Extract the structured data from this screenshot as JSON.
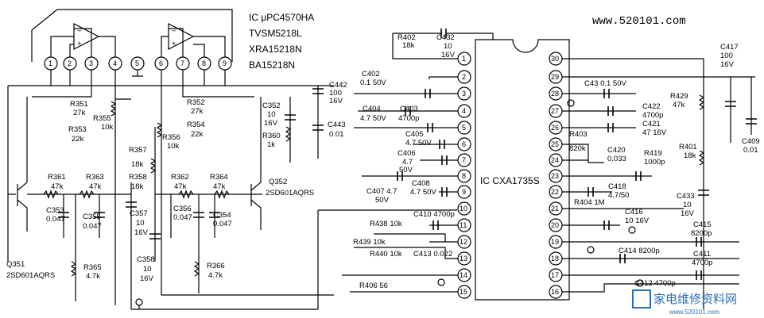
{
  "header": {
    "ic1_lines": [
      "IC  μPC4570HA",
      "TVSM5218L",
      "XRA15218N",
      "BA15218N"
    ],
    "ic2_label": "IC  CXA1735S",
    "watermark_top": "www.520101.com",
    "watermark_bottom_cn": "家电维修资料网",
    "watermark_bottom_url": "www.520101.com"
  },
  "ic1_pins": [
    "1",
    "2",
    "3",
    "4",
    "5",
    "6",
    "7",
    "8",
    "9"
  ],
  "ic2_pins_left": [
    "1",
    "2",
    "3",
    "4",
    "5",
    "6",
    "7",
    "8",
    "9",
    "10",
    "11",
    "12",
    "13",
    "14",
    "15"
  ],
  "ic2_pins_right": [
    "30",
    "29",
    "28",
    "27",
    "26",
    "25",
    "24",
    "23",
    "22",
    "21",
    "20",
    "19",
    "18",
    "17",
    "16"
  ],
  "components": {
    "r402": [
      "R402",
      "18k"
    ],
    "c432": [
      "C432",
      "10",
      "16V"
    ],
    "c442": [
      "C442",
      "100",
      "16V"
    ],
    "r351": [
      "R351",
      "27k"
    ],
    "r355": [
      "R355",
      "10k"
    ],
    "r353": [
      "R353",
      "22k"
    ],
    "r352": [
      "R352",
      "27k"
    ],
    "r354": [
      "R354",
      "22k"
    ],
    "r356": [
      "R356",
      "10k"
    ],
    "c352": [
      "C352",
      "10",
      "16V"
    ],
    "r360": [
      "R360",
      "1k"
    ],
    "c443": [
      "C443",
      "0.01"
    ],
    "r357": [
      "R357",
      "18k"
    ],
    "r358": [
      "R358",
      "18k"
    ],
    "r361": [
      "R361",
      "47k"
    ],
    "r363": [
      "R363",
      "47k"
    ],
    "r362": [
      "R362",
      "47k"
    ],
    "r364": [
      "R364",
      "47k"
    ],
    "q352": [
      "Q352",
      "2SD601AQRS"
    ],
    "c353": [
      "C353",
      "0.047"
    ],
    "c355": [
      "C355",
      "0.047"
    ],
    "c357": [
      "C357",
      "10",
      "16V"
    ],
    "c356": [
      "C356",
      "0.047"
    ],
    "c354": [
      "C354",
      "0.047"
    ],
    "q351": [
      "Q351",
      "2SD601AQRS"
    ],
    "r365": [
      "R365",
      "4.7k"
    ],
    "c358": [
      "C358",
      "10",
      "16V"
    ],
    "r366": [
      "R366",
      "4.7k"
    ],
    "c402": [
      "C402",
      "0.1 50V"
    ],
    "c404": [
      "C404",
      "4.7 50V"
    ],
    "c403": [
      "C403",
      "4700p"
    ],
    "c405": [
      "C405",
      "4.7  50V"
    ],
    "c406": [
      "C406",
      "4.7",
      "50V"
    ],
    "c407": [
      "C407 4.7",
      "50V"
    ],
    "c408": [
      "C408",
      "4.7  50V"
    ],
    "c410": [
      "C410 4700p"
    ],
    "r438": [
      "R438 10k"
    ],
    "r439": [
      "R439 10k"
    ],
    "r440": [
      "R440 10k"
    ],
    "c413": [
      "C413 0.022"
    ],
    "r406": [
      "R406 56"
    ],
    "c43": [
      "C43  0.1     50V"
    ],
    "c422": [
      "C422",
      "4700p"
    ],
    "c421": [
      "C421",
      "47  16V"
    ],
    "r403": [
      "R403",
      "820k"
    ],
    "c420": [
      "C420",
      "0.033"
    ],
    "r419": [
      "R419",
      "1000p"
    ],
    "c418": [
      "C418",
      "4.7/50"
    ],
    "r404": [
      "R404  1M"
    ],
    "c416": [
      "C416",
      "10  16V"
    ],
    "c414": [
      "C414    8200p"
    ],
    "c412": [
      "C412 4700p"
    ],
    "c417": [
      "C417",
      "100",
      "16V"
    ],
    "r429": [
      "R429",
      "47k"
    ],
    "r401": [
      "R401",
      "18k"
    ],
    "c409": [
      "C409",
      "0.01"
    ],
    "c433": [
      "C433",
      "10",
      "16V"
    ],
    "c415": [
      "C415",
      "8200p"
    ],
    "c411": [
      "C411",
      "4700p"
    ]
  }
}
